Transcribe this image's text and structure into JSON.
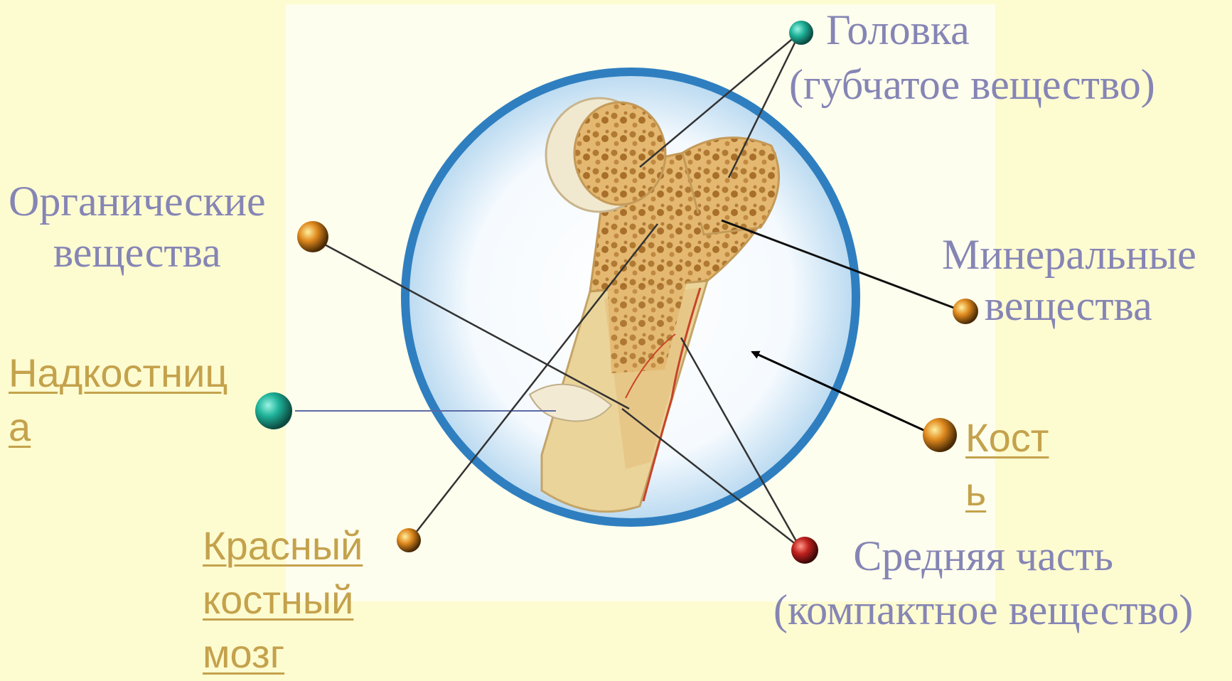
{
  "labels": {
    "golovka_line1": "Головка",
    "golovka_line2": "(губчатое вещество)",
    "organic_line1": "Органические",
    "organic_line2": "вещества",
    "mineral_line1": "Минеральные",
    "mineral_line2": "вещества",
    "middle_line1": "Средняя часть",
    "middle_line2": "(компактное вещество)"
  },
  "links": {
    "periosteum_line1": "Надкостниц",
    "periosteum_line2": "а",
    "bone_line1": "Кост",
    "bone_line2": "ь",
    "marrow_line1": "Красный",
    "marrow_line2": "костный",
    "marrow_line3": "мозг"
  },
  "colors": {
    "background": "#fdfbd0",
    "label_text": "#8585b5",
    "link_text": "#c4a24c",
    "circle_ring": "#2f7fc0",
    "marker_teal": "#1fb39a",
    "marker_orange": "#e08a1e",
    "marker_red": "#c0211e"
  }
}
